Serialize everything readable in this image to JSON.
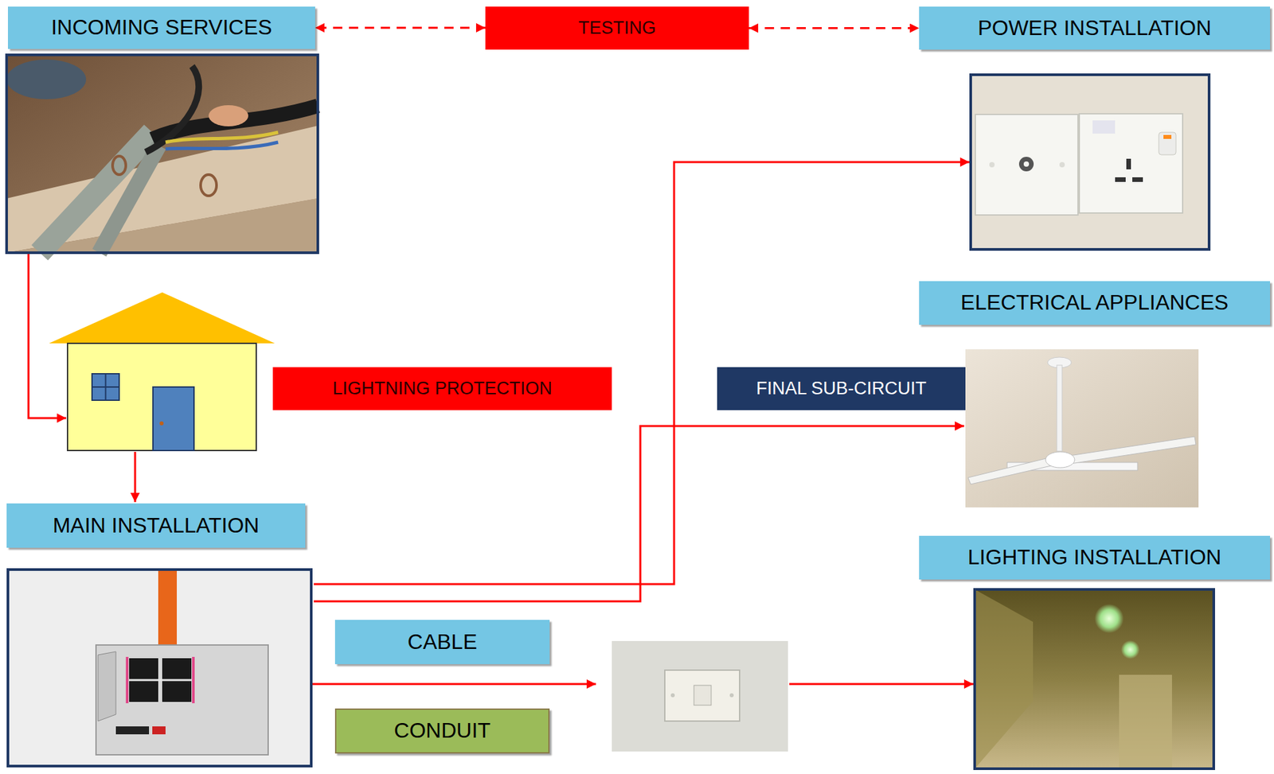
{
  "diagram": {
    "nodes": [
      {
        "text": [
          "INCOMING SERVICES"
        ]
      },
      {
        "text": [
          "TESTING"
        ]
      },
      {
        "text": [
          "POWER INSTALLATION"
        ]
      },
      {
        "text": [
          "ELECTRICAL APPLIANCES"
        ]
      },
      {
        "text": [
          "LIGHTNING PROTECTION"
        ]
      },
      {
        "text": [
          "FINAL SUB-CIRCUIT"
        ]
      },
      {
        "text": [
          "MAIN INSTALLATION"
        ]
      },
      {
        "text": [
          "LIGHTING INSTALLATION"
        ]
      },
      {
        "text": [
          "CABLE"
        ]
      },
      {
        "text": [
          "CONDUIT"
        ]
      }
    ],
    "edges": [
      {
        "from": 1,
        "to": 0,
        "arrow": "both"
      },
      {
        "from": 1,
        "to": 2,
        "arrow": "both"
      }
    ]
  }
}
